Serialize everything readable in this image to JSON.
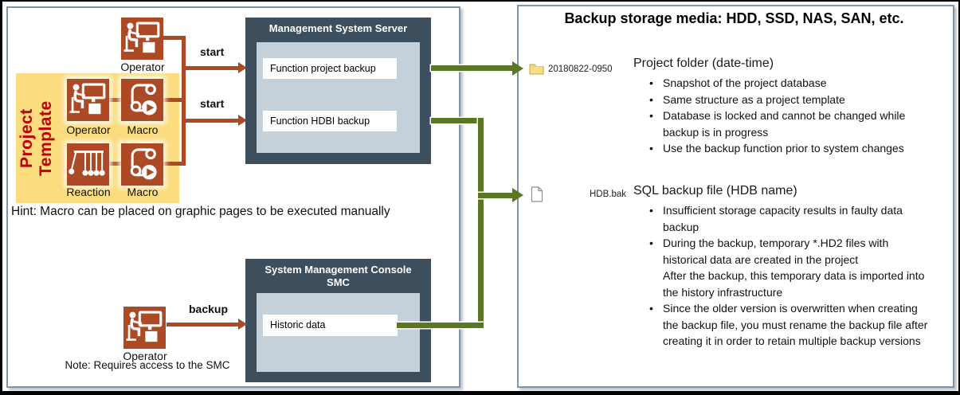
{
  "left_panel": {
    "hint": "Hint: Macro can be placed on graphic pages to be executed manually",
    "operator_top_label": "Operator",
    "template": {
      "title": "Project Template",
      "operator_label": "Operator",
      "macro_top_label": "Macro",
      "reaction_label": "Reaction",
      "macro_bottom_label": "Macro"
    },
    "flow_labels": {
      "start_top": "start",
      "start_bottom": "start",
      "backup": "backup"
    },
    "server": {
      "title": "Management System Server",
      "rows": [
        "Function project backup",
        "Function HDBI backup"
      ]
    },
    "smc": {
      "title": "System Management Console",
      "subtitle": "SMC",
      "rows": [
        "Historic data"
      ]
    },
    "operator_bottom_label": "Operator",
    "note": "Note: Requires access to the SMC"
  },
  "right_panel": {
    "title": "Backup storage media: HDD, SSD, NAS, SAN, etc.",
    "bullet_char": "•",
    "sections": [
      {
        "icon": "folder-icon",
        "file_label": "20180822-0950",
        "heading": "Project folder (date-time)",
        "bullets": [
          "Snapshot of the project database",
          "Same structure as a project template",
          "Database is locked and cannot be changed while backup is in progress",
          "Use the backup function prior to system changes"
        ]
      },
      {
        "icon": "file-icon",
        "file_label": "HDB.bak",
        "heading": "SQL backup file (HDB name)",
        "bullets": [
          "Insufficient storage capacity results in faulty data backup",
          "During the backup, temporary *.HD2 files with historical data are created in the project\nAfter the backup, this temporary data is imported into the history infrastructure",
          "Since the older version is overwritten when creating the backup file, you must rename the backup file after creating it in order to retain multiple backup versions"
        ]
      }
    ]
  },
  "colors": {
    "accent_red": "#AC4A26",
    "template_yellow": "#FBDC7E",
    "template_title_red": "#C00000",
    "box_dark": "#3D4F5C",
    "box_inner": "#C4D1DB",
    "connector_green": "#5C7723",
    "panel_border": "#7E95AD",
    "folder_yellow": "#F7DE87"
  }
}
